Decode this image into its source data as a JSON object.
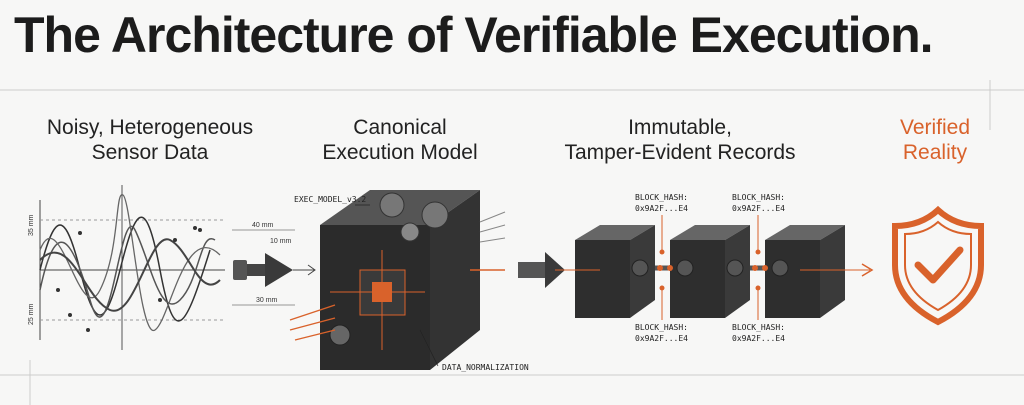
{
  "title": "The Architecture of Verifiable Execution.",
  "stages": [
    {
      "line1": "Noisy, Heterogeneous",
      "line2": "Sensor Data"
    },
    {
      "line1": "Canonical",
      "line2": "Execution Model"
    },
    {
      "line1": "Immutable,",
      "line2": "Tamper-Evident Records"
    },
    {
      "line1": "Verified",
      "line2": "Reality"
    }
  ],
  "sensor": {
    "upper_label": "35 mm",
    "lower_label": "25 mm"
  },
  "dimensions": {
    "width": "40 mm",
    "inner": "10 mm",
    "bottom": "30 mm"
  },
  "model": {
    "version_label": "EXEC_MODEL_v3.2",
    "normalization_label": "DATA_NORMALIZATION"
  },
  "hashes": {
    "label": "BLOCK_HASH:",
    "value": "0x9A2F...E4"
  },
  "colors": {
    "accent": "#d9622b",
    "dark": "#2b2b2b"
  }
}
